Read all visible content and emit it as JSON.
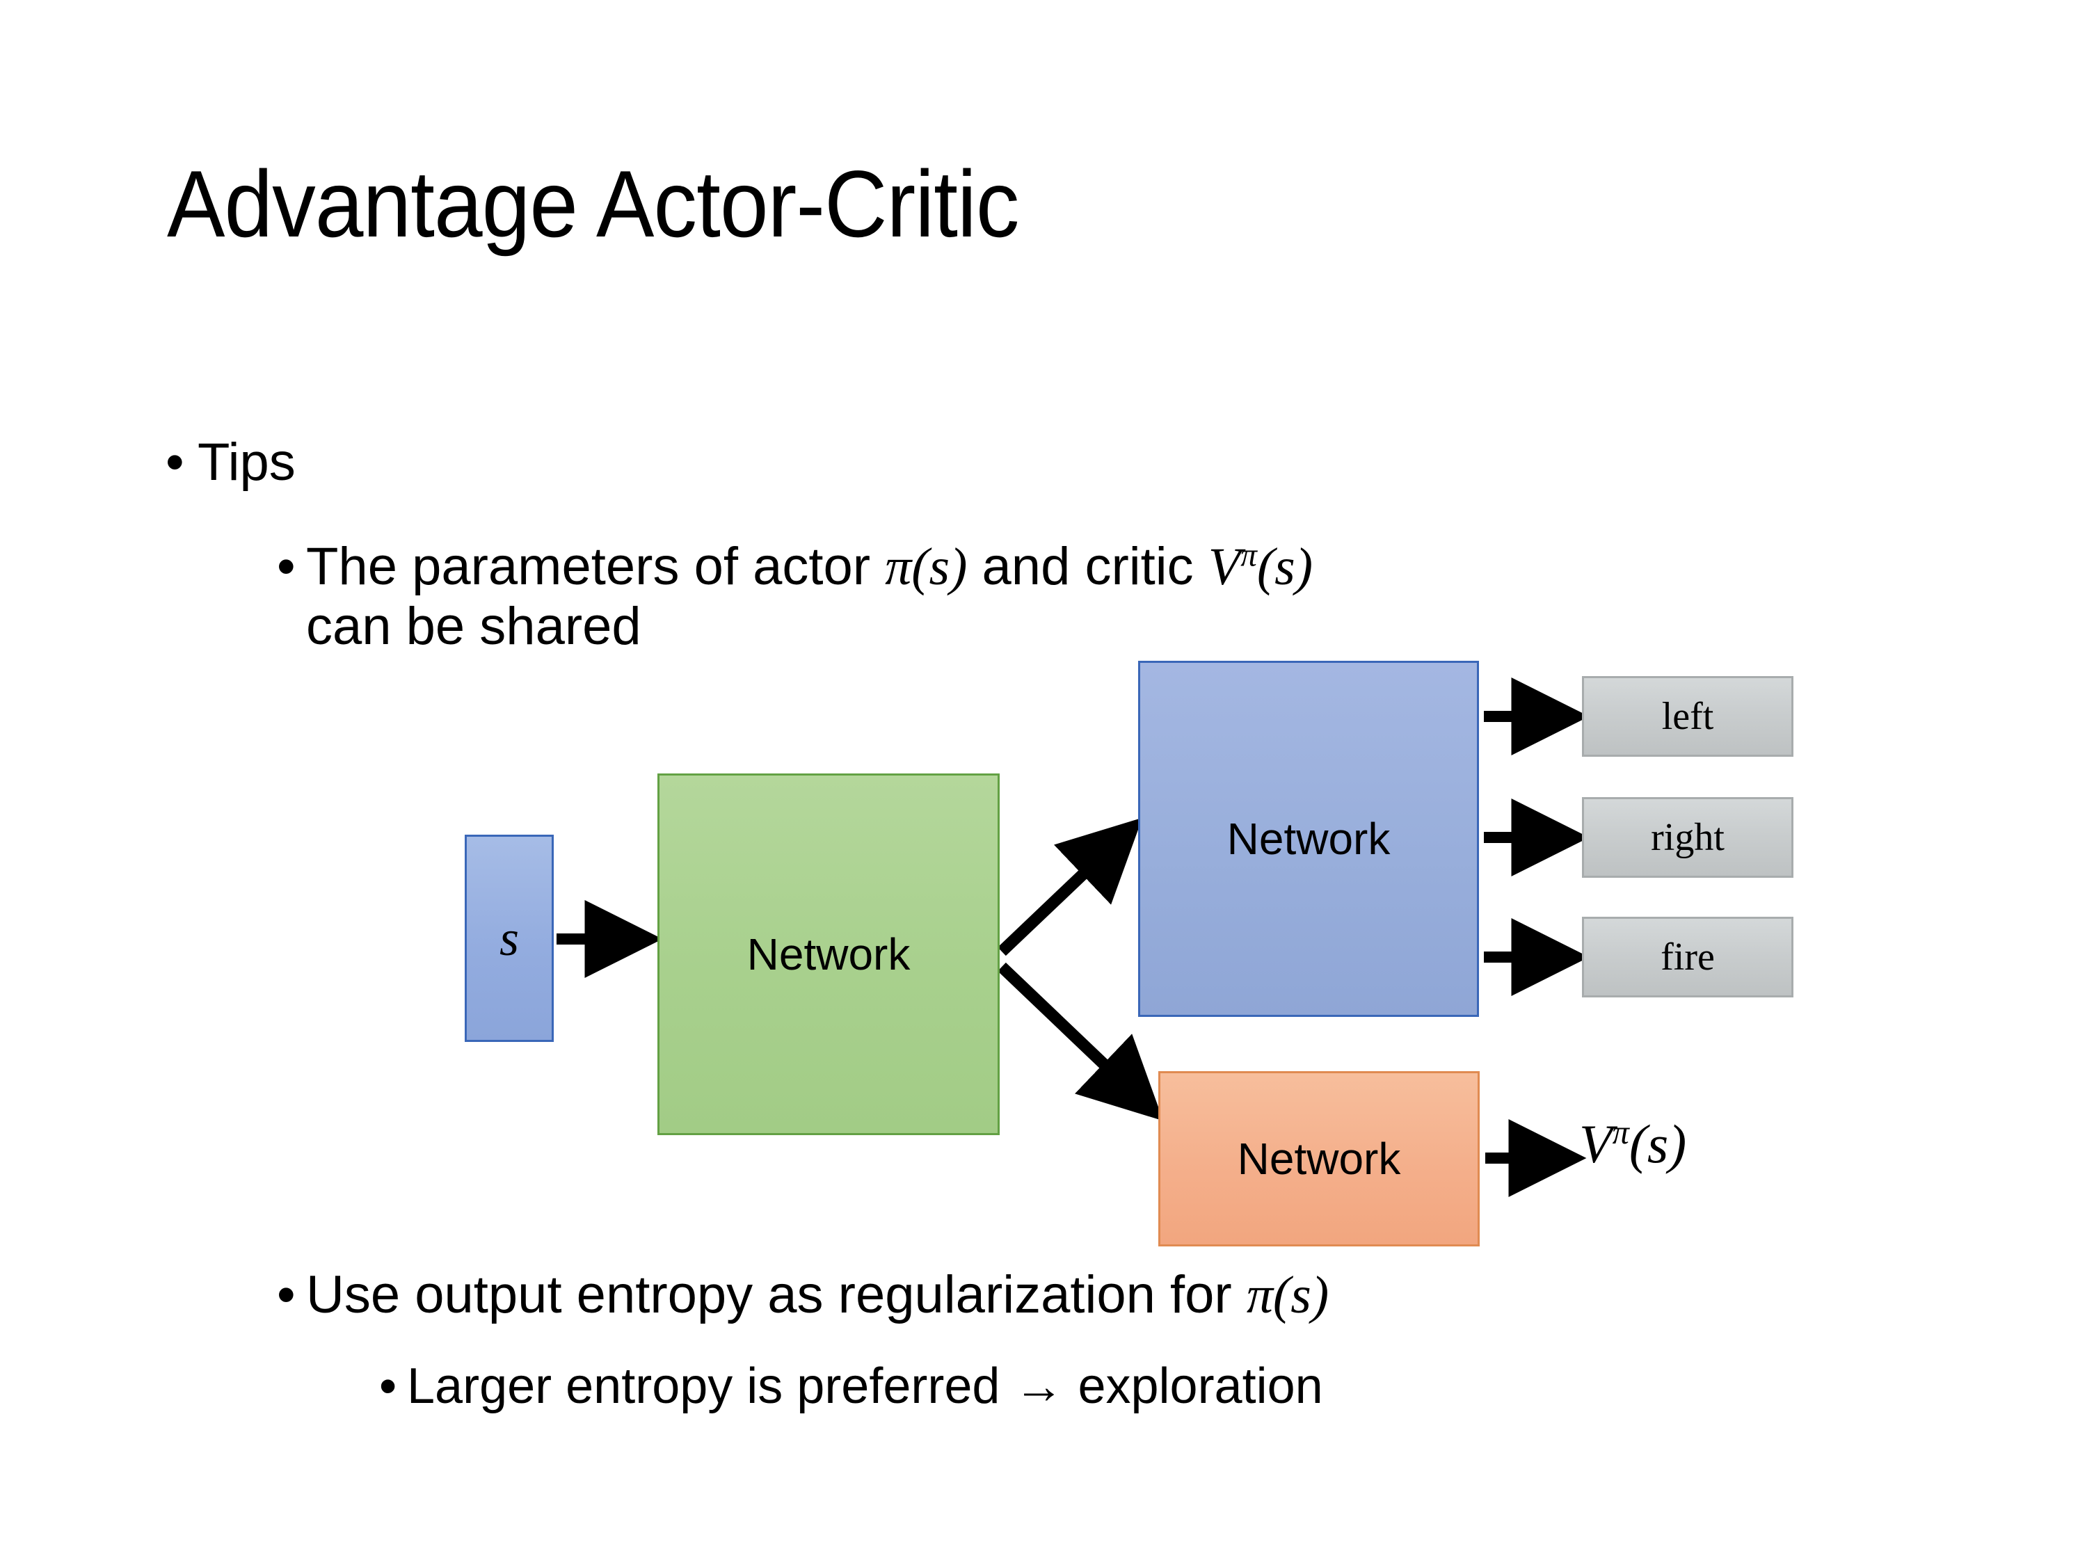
{
  "slide": {
    "title": "Advantage Actor-Critic",
    "background_color": "#ffffff"
  },
  "bullets": {
    "level1": {
      "marker": "•",
      "text": "Tips"
    },
    "params": {
      "marker": "•",
      "text_part1": "The parameters of actor ",
      "math_pi": "π(s)",
      "text_part2": "  and critic ",
      "math_v_base": "V",
      "math_v_sup": "π",
      "math_v_arg": "(s)",
      "text_line2": "can be shared",
      "full_text": "The parameters of actor π(s)  and critic Vπ(s) can be shared"
    },
    "entropy": {
      "marker": "•",
      "text_part1": "Use output entropy as regularization for ",
      "math_pi": "π(s)",
      "full_text": "Use output entropy as regularization for π(s)"
    },
    "larger": {
      "marker": "•",
      "text": "Larger entropy is preferred → exploration",
      "arrow_glyph": "→"
    }
  },
  "diagram": {
    "input": {
      "label": "s",
      "fill": "#93ACDF",
      "border": "#3A67B8"
    },
    "shared_network": {
      "label": "Network",
      "fill": "#A8D08D",
      "border": "#63A144"
    },
    "actor_network": {
      "label": "Network",
      "fill": "#98AEDB",
      "border": "#3A67B8"
    },
    "critic_network": {
      "label": "Network",
      "fill": "#F4AF8B",
      "border": "#E08B52"
    },
    "actions": [
      {
        "label": "left",
        "fill": "#C9CDCE",
        "border": "#A8ACAD"
      },
      {
        "label": "right",
        "fill": "#C9CDCE",
        "border": "#A8ACAD"
      },
      {
        "label": "fire",
        "fill": "#C9CDCE",
        "border": "#A8ACAD"
      }
    ],
    "value_output": {
      "base": "V",
      "superscript": "π",
      "argument": "(s)"
    },
    "arrow_color": "#000000"
  }
}
